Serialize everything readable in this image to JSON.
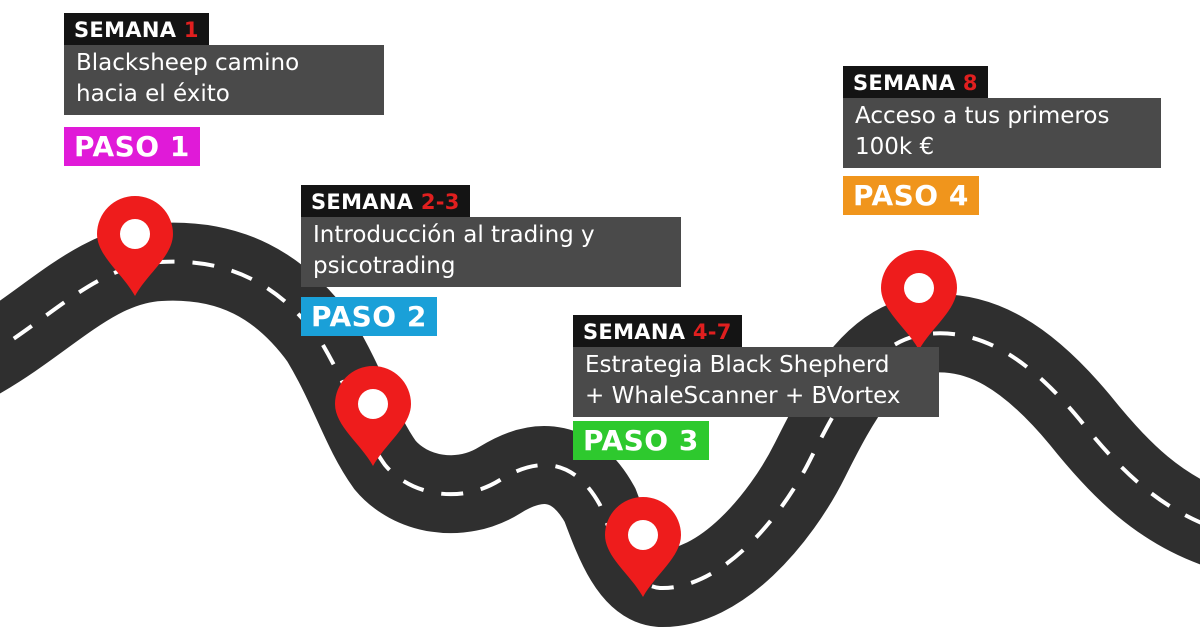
{
  "colors": {
    "road": "#2f2f2f",
    "road_line": "#ffffff",
    "pin": "#ee1c1c",
    "pin_center": "#ffffff",
    "week_bg": "#141414",
    "week_num": "#e01f1f",
    "desc_bg": "#4a4a4a"
  },
  "steps": [
    {
      "week_label": "SEMANA",
      "week_num": "1",
      "desc_line1": "Blacksheep camino",
      "desc_line2": "hacia el éxito",
      "paso": "PASO 1",
      "paso_color": "#e01ad8"
    },
    {
      "week_label": "SEMANA",
      "week_num": "2-3",
      "desc_line1": "Introducción al trading y",
      "desc_line2": "psicotrading",
      "paso": "PASO 2",
      "paso_color": "#1aa0d8"
    },
    {
      "week_label": "SEMANA",
      "week_num": "4-7",
      "desc_line1": "Estrategia Black Shepherd",
      "desc_line2": "+ WhaleScanner + BVortex",
      "paso": "PASO 3",
      "paso_color": "#2ec92e"
    },
    {
      "week_label": "SEMANA",
      "week_num": "8",
      "desc_line1": "Acceso a tus primeros",
      "desc_line2": "100k €",
      "paso": "PASO 4",
      "paso_color": "#f0951c"
    }
  ]
}
